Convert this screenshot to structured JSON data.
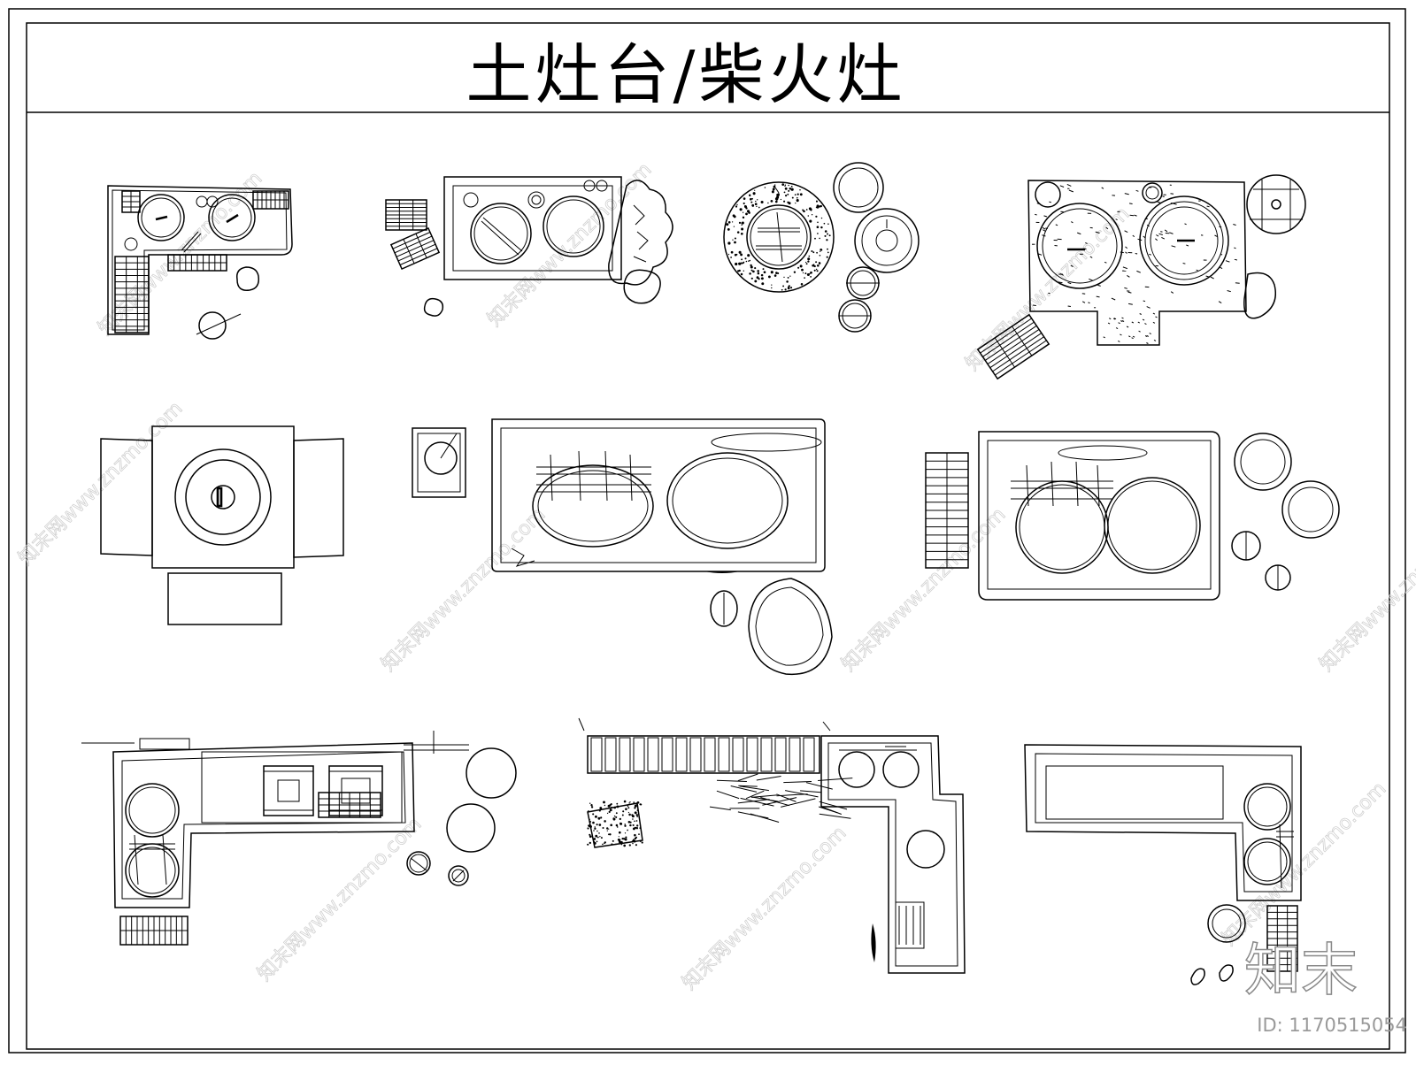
{
  "title": "土灶台/柴火灶",
  "watermark": {
    "logo_text": "知末",
    "id_text": "ID: 1170515054",
    "diagonal_text": "知末网www.znzmo.com"
  },
  "colors": {
    "line": "#000000",
    "background": "#ffffff",
    "watermark": "#9a9a9a"
  },
  "drawings": [
    {
      "name": "l-shaped-stove-with-firewood"
    },
    {
      "name": "two-pot-stove-with-firewood-and-shrubs"
    },
    {
      "name": "round-stone-firepit-with-plates"
    },
    {
      "name": "two-pot-stove-with-tub-and-firewood"
    },
    {
      "name": "square-stove-with-side-benches"
    },
    {
      "name": "long-stove-with-steamer-and-washbasin"
    },
    {
      "name": "stove-with-steamer-and-plates"
    },
    {
      "name": "l-shaped-kitchen-stove-with-shelves"
    },
    {
      "name": "l-shaped-stove-with-fence-and-twigs"
    },
    {
      "name": "l-shaped-counter-stove-with-pots"
    }
  ]
}
